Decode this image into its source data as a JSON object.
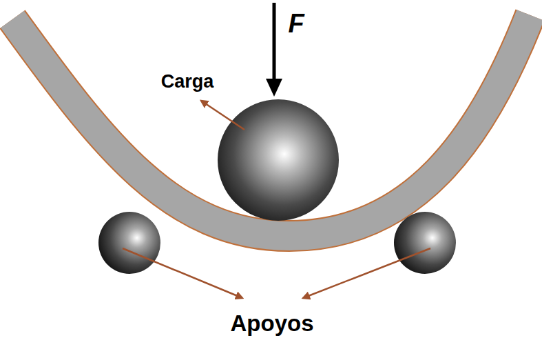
{
  "diagram": {
    "labels": [
      "F",
      "Carga",
      "Apoyos"
    ]
  }
}
